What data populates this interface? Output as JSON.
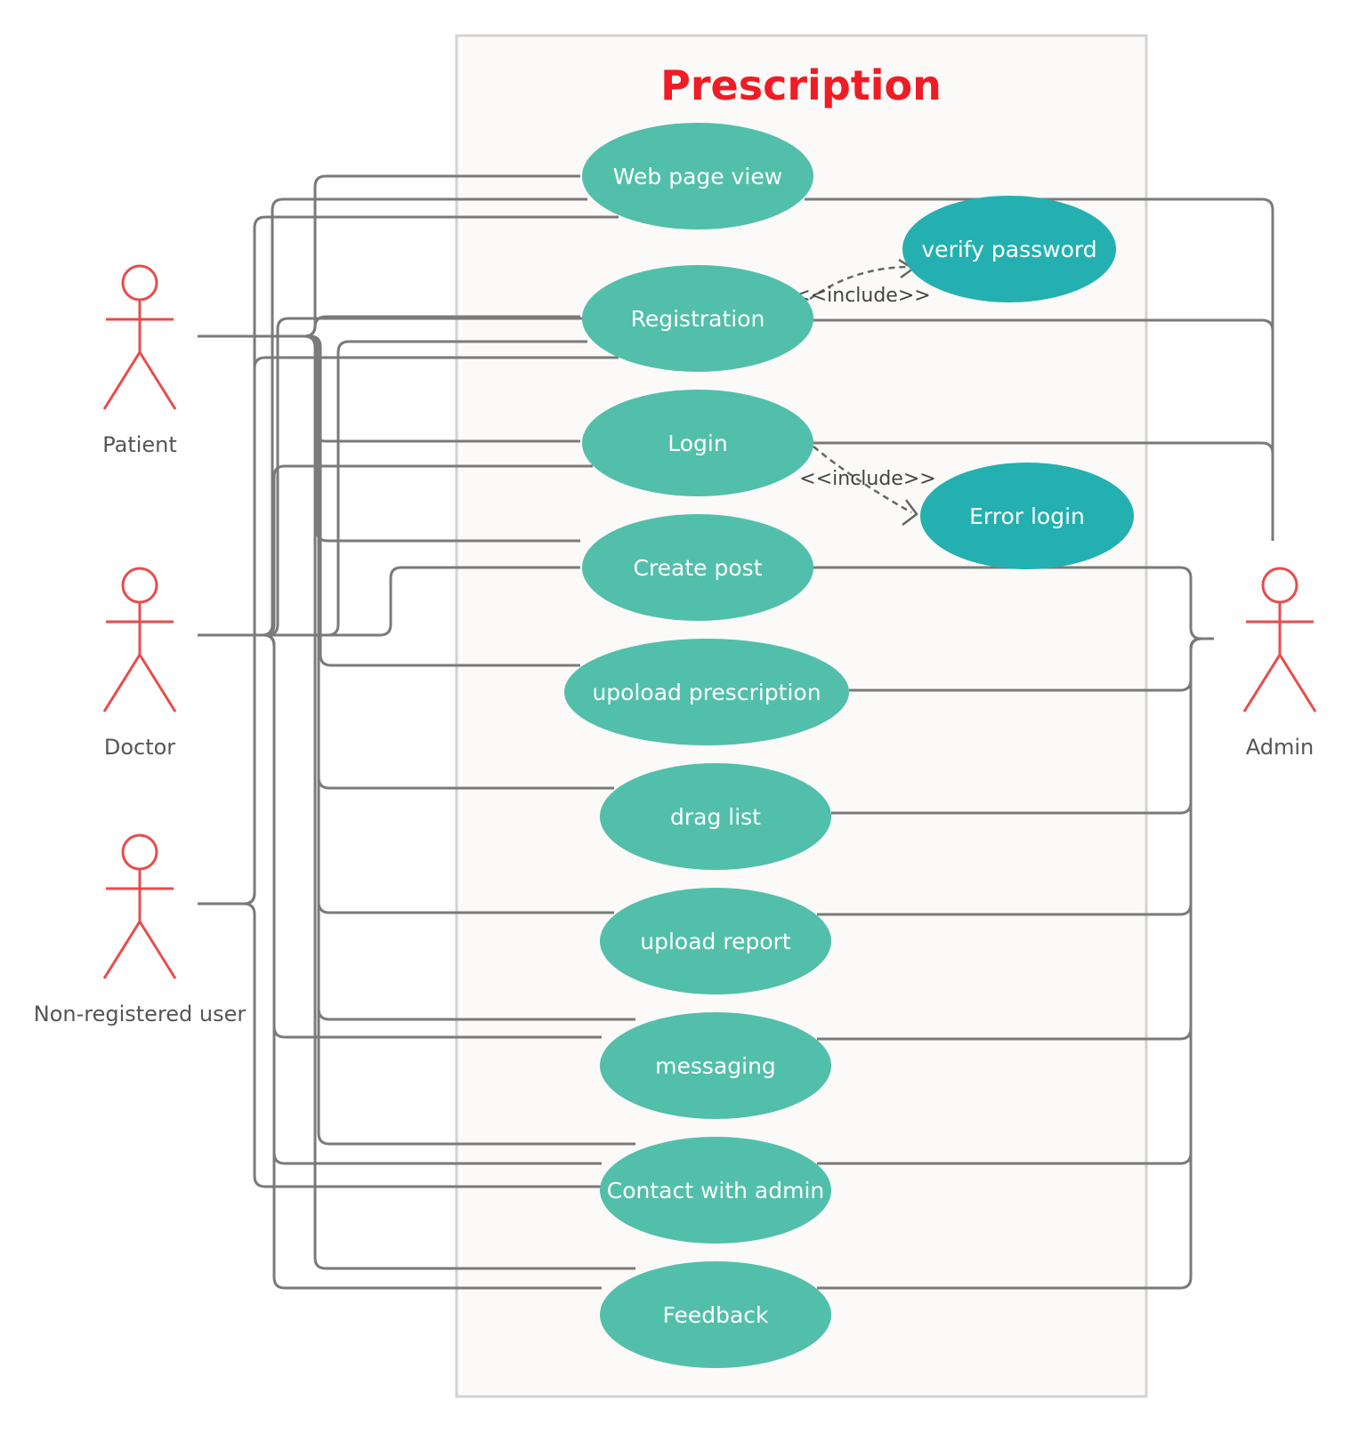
{
  "diagram": {
    "system_title": "Prescription",
    "colors": {
      "title": "#ee1c25",
      "use_case": "#52bfaa",
      "included_use_case": "#24b0b0",
      "actor": "#e84c4c",
      "connector": "#7a7a7a",
      "boundary_fill": "#fbfaf8",
      "boundary_stroke": "#d3d3d3"
    },
    "actors": {
      "patient": "Patient",
      "doctor": "Doctor",
      "non_registered": "Non-registered user",
      "admin": "Admin"
    },
    "use_cases": {
      "web_page_view": "Web page view",
      "registration": "Registration",
      "login": "Login",
      "create_post": "Create post",
      "upload_prescription": "upoload prescription",
      "drag_list": "drag list",
      "upload_report": "upload report",
      "messaging": "messaging",
      "contact_admin": "Contact with admin",
      "feedback": "Feedback"
    },
    "included_use_cases": {
      "verify_password": "verify password",
      "error_login": "Error login"
    },
    "relations": {
      "include_1": "<<include>>",
      "include_2": "<<include>>"
    }
  }
}
